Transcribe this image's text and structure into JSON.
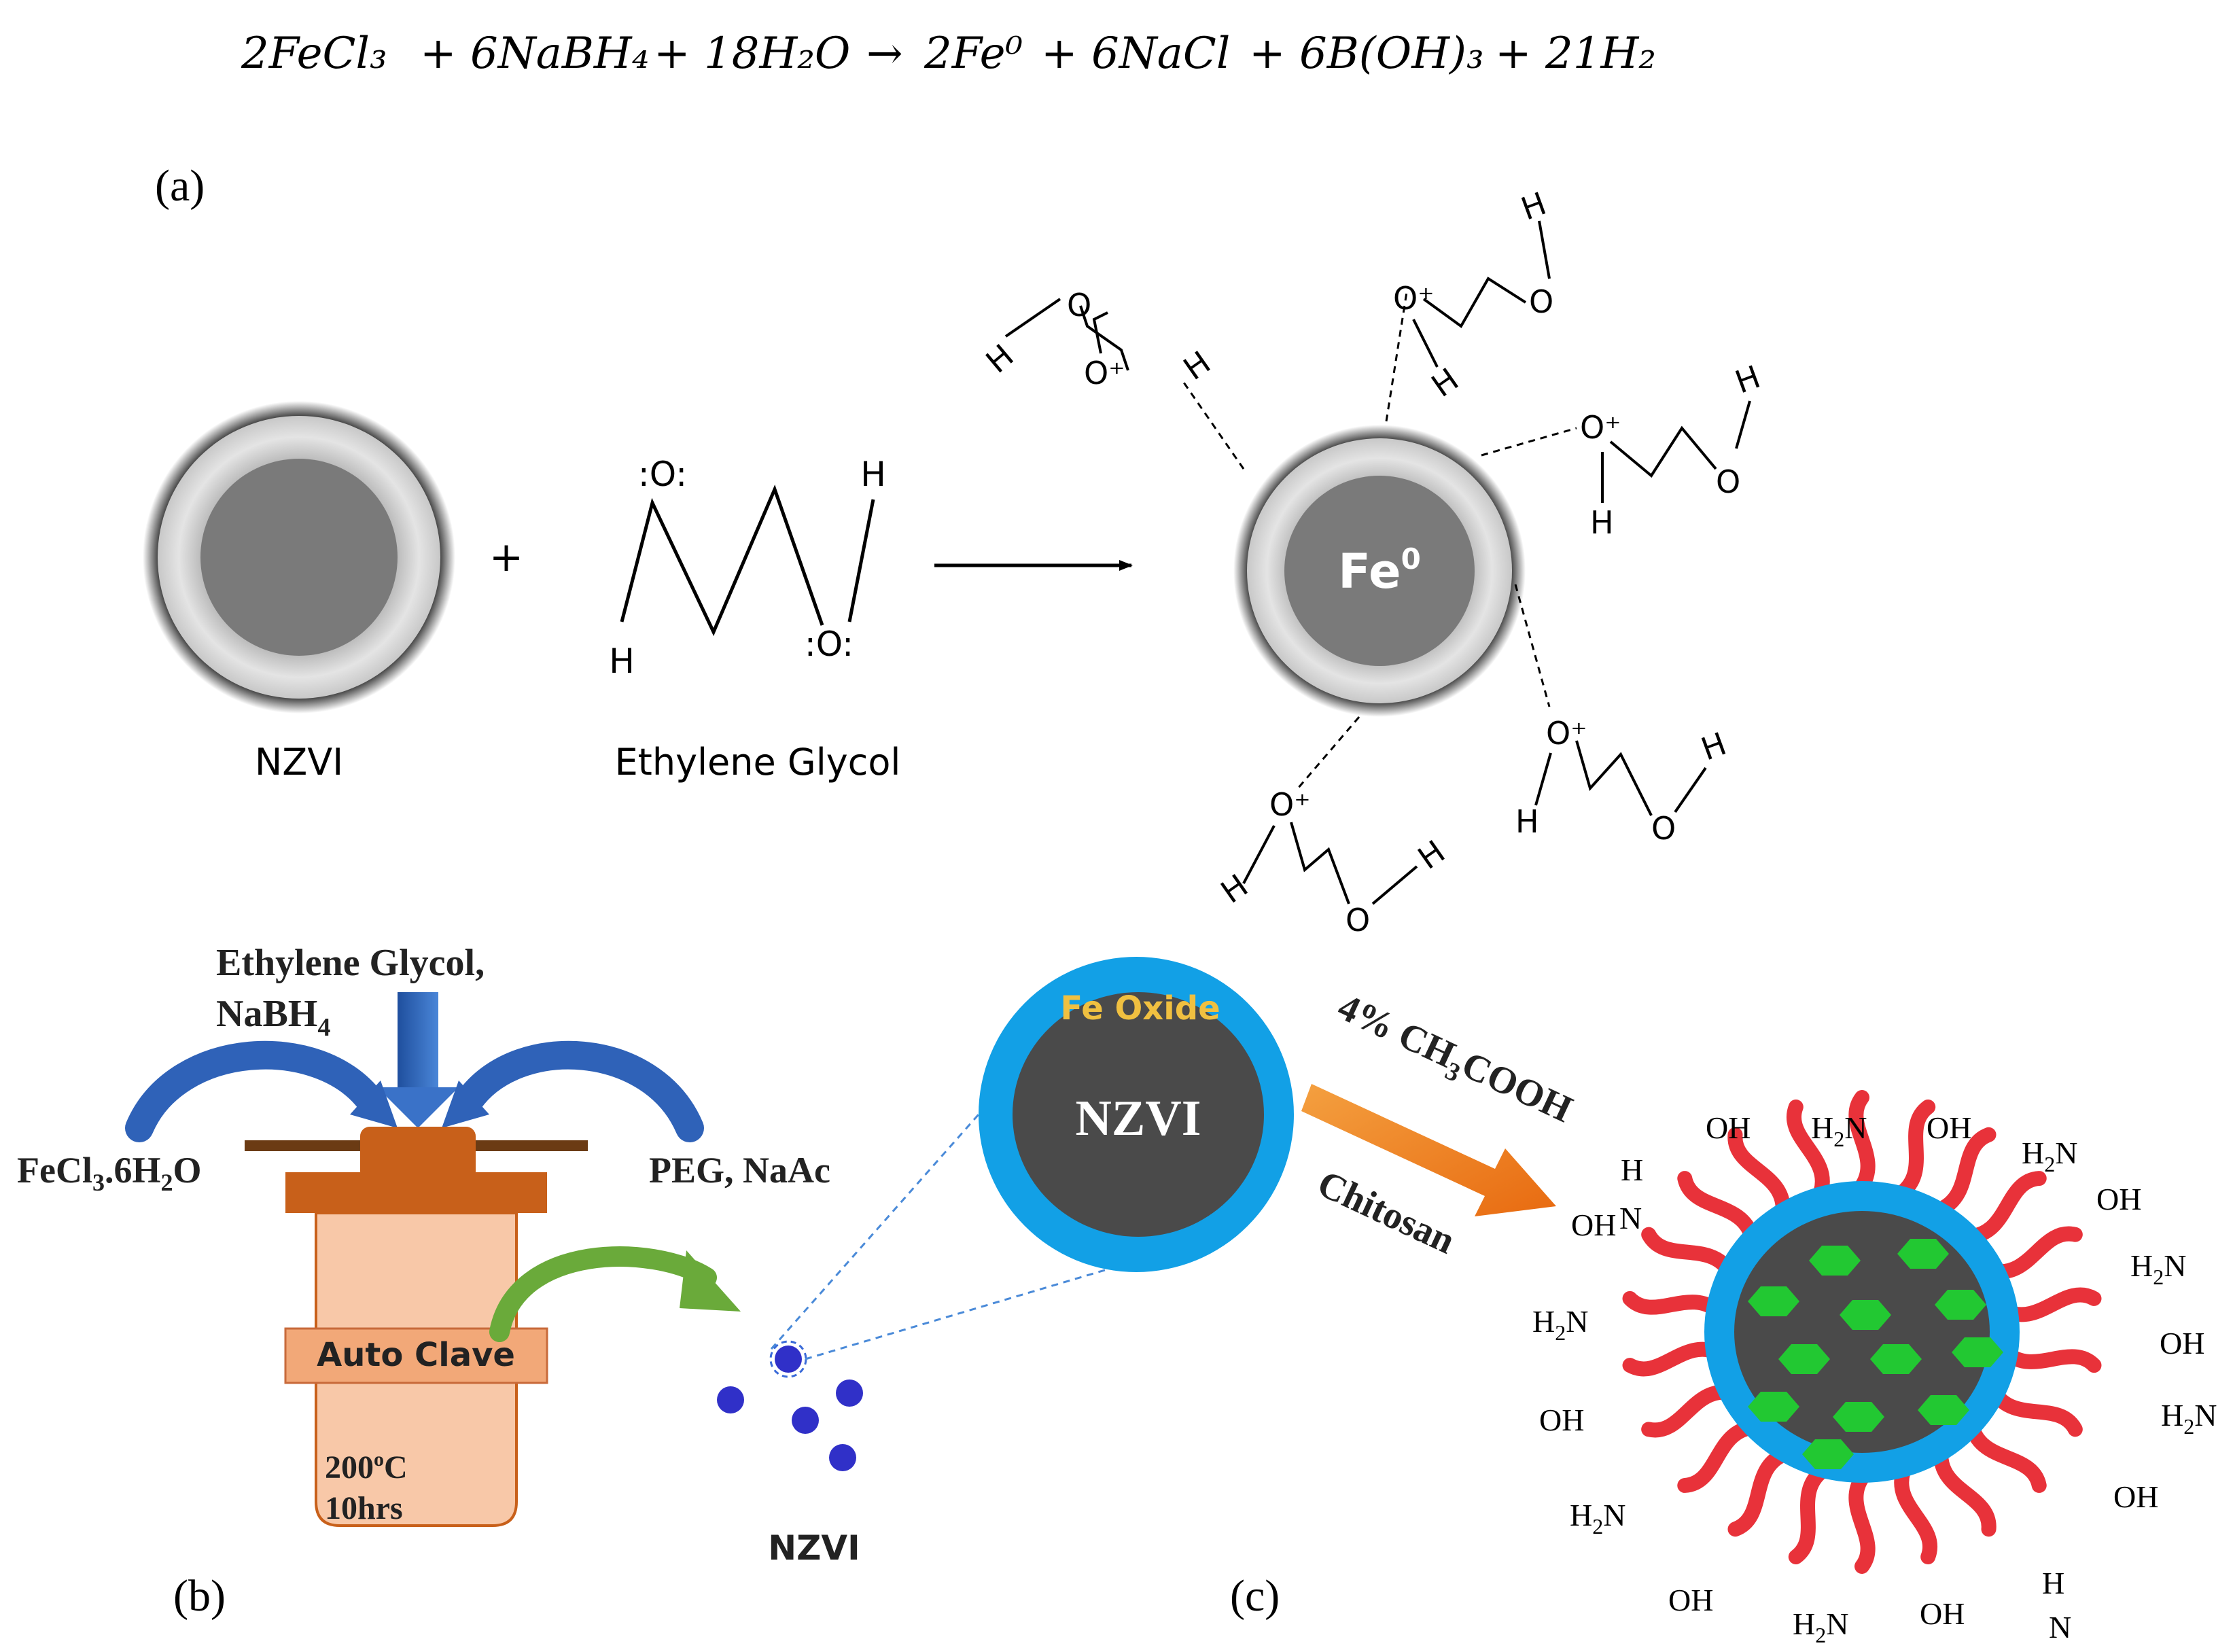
{
  "equation": {
    "reactant1": "2FeCl₃",
    "reactant2": "6NaBH₄",
    "reactant3": "18H₂O",
    "arrow": "→",
    "product1": "2Fe⁰",
    "product2": "6NaCl",
    "product3": "6B(OH)₃",
    "product4": "21H₂",
    "plus": "+"
  },
  "panel_a": {
    "label": "(a)",
    "nzvi_label": "NZVI",
    "eg_label": "Ethylene Glycol",
    "plus": "+",
    "core_label": "Fe",
    "core_sup": "0",
    "eg_o_top": ":O:",
    "eg_o_bottom": ":O:",
    "eg_h": "H",
    "atom_h": "H",
    "atom_o": "O",
    "atom_o_plus": "O⁺"
  },
  "panel_b": {
    "label": "(b)",
    "top_reagents_line1": "Ethylene Glycol,",
    "top_reagents_line2": "NaBH",
    "top_reagents_sub": "4",
    "left_reagent_pre": "FeCl",
    "left_reagent_sub1": "3",
    "left_reagent_mid": ".6H",
    "left_reagent_sub2": "2",
    "left_reagent_post": "O",
    "right_reagent": "PEG, NaAc",
    "autoclave_label": "Auto Clave",
    "temp_value": "200",
    "temp_sup": "o",
    "temp_unit": "C",
    "time": "10hrs",
    "product_label": "NZVI"
  },
  "panel_c": {
    "label": "(c)",
    "shell_label": "Fe Oxide",
    "core_label": "NZVI",
    "arrow_top_pre": "4% CH",
    "arrow_top_sub": "3",
    "arrow_top_post": "COOH",
    "arrow_bottom": "Chitosan",
    "group_oh": "OH",
    "group_h2n_h": "H",
    "group_h2n_sub": "2",
    "group_h2n_n": "N",
    "group_h": "H",
    "group_n": "N"
  },
  "colors": {
    "core_gray": "#7a7a7a",
    "shell_light": "#d8d8d8",
    "blue_shell": "#12a0e6",
    "dark_core": "#4a4a4a",
    "chitosan_red": "#e8323a",
    "green_hex": "#22c832",
    "autoclave_body": "#f8c8a8",
    "autoclave_lid": "#c8601a",
    "blue_arrow": "#3068c0",
    "green_arrow": "#6aaa3a",
    "orange_arrow": "#f07c20",
    "fe_oxide_text": "#f0c040",
    "nanoparticle": "#3030c8"
  }
}
